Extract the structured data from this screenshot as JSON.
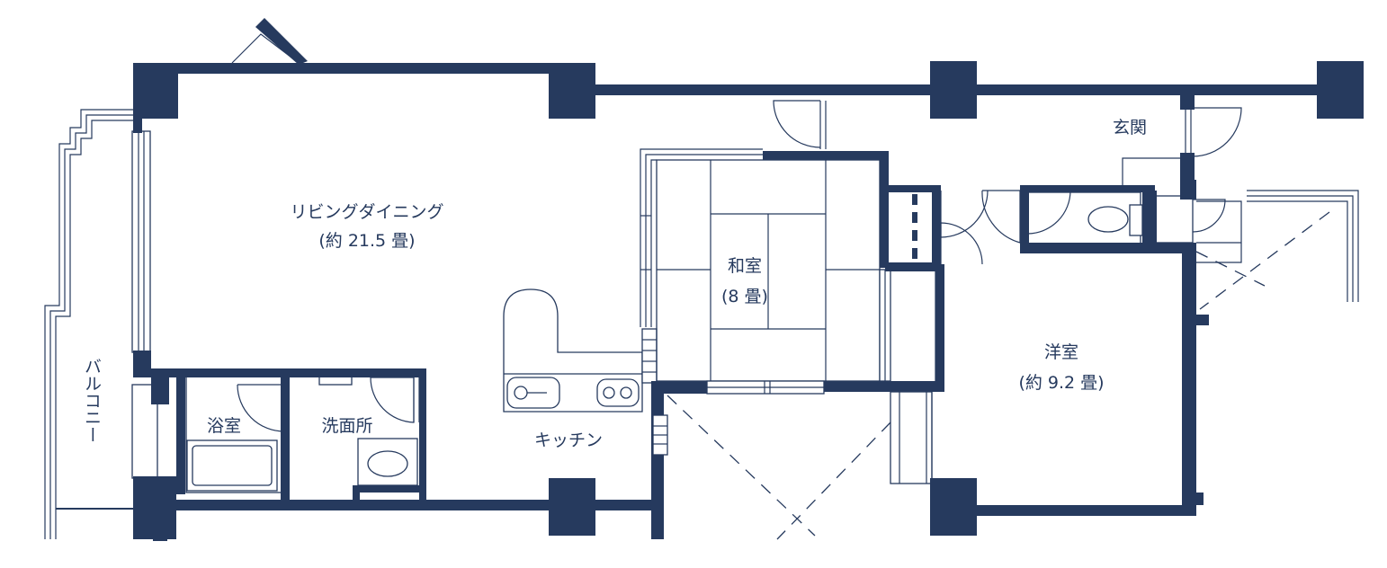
{
  "rooms": {
    "living": {
      "name": "リビングダイニング",
      "size": "(約 21.5 畳)"
    },
    "washitsu": {
      "name": "和室",
      "size": "(8 畳)"
    },
    "yoshitsu": {
      "name": "洋室",
      "size": "(約 9.2 畳)"
    },
    "genkan": {
      "name": "玄関"
    },
    "kitchen": {
      "name": "キッチン"
    },
    "bathroom": {
      "name": "浴室"
    },
    "washroom": {
      "name": "洗面所"
    },
    "balcony": {
      "name": "バルコニー"
    }
  },
  "colors": {
    "wall": "#263a5e",
    "background": "#ffffff"
  }
}
